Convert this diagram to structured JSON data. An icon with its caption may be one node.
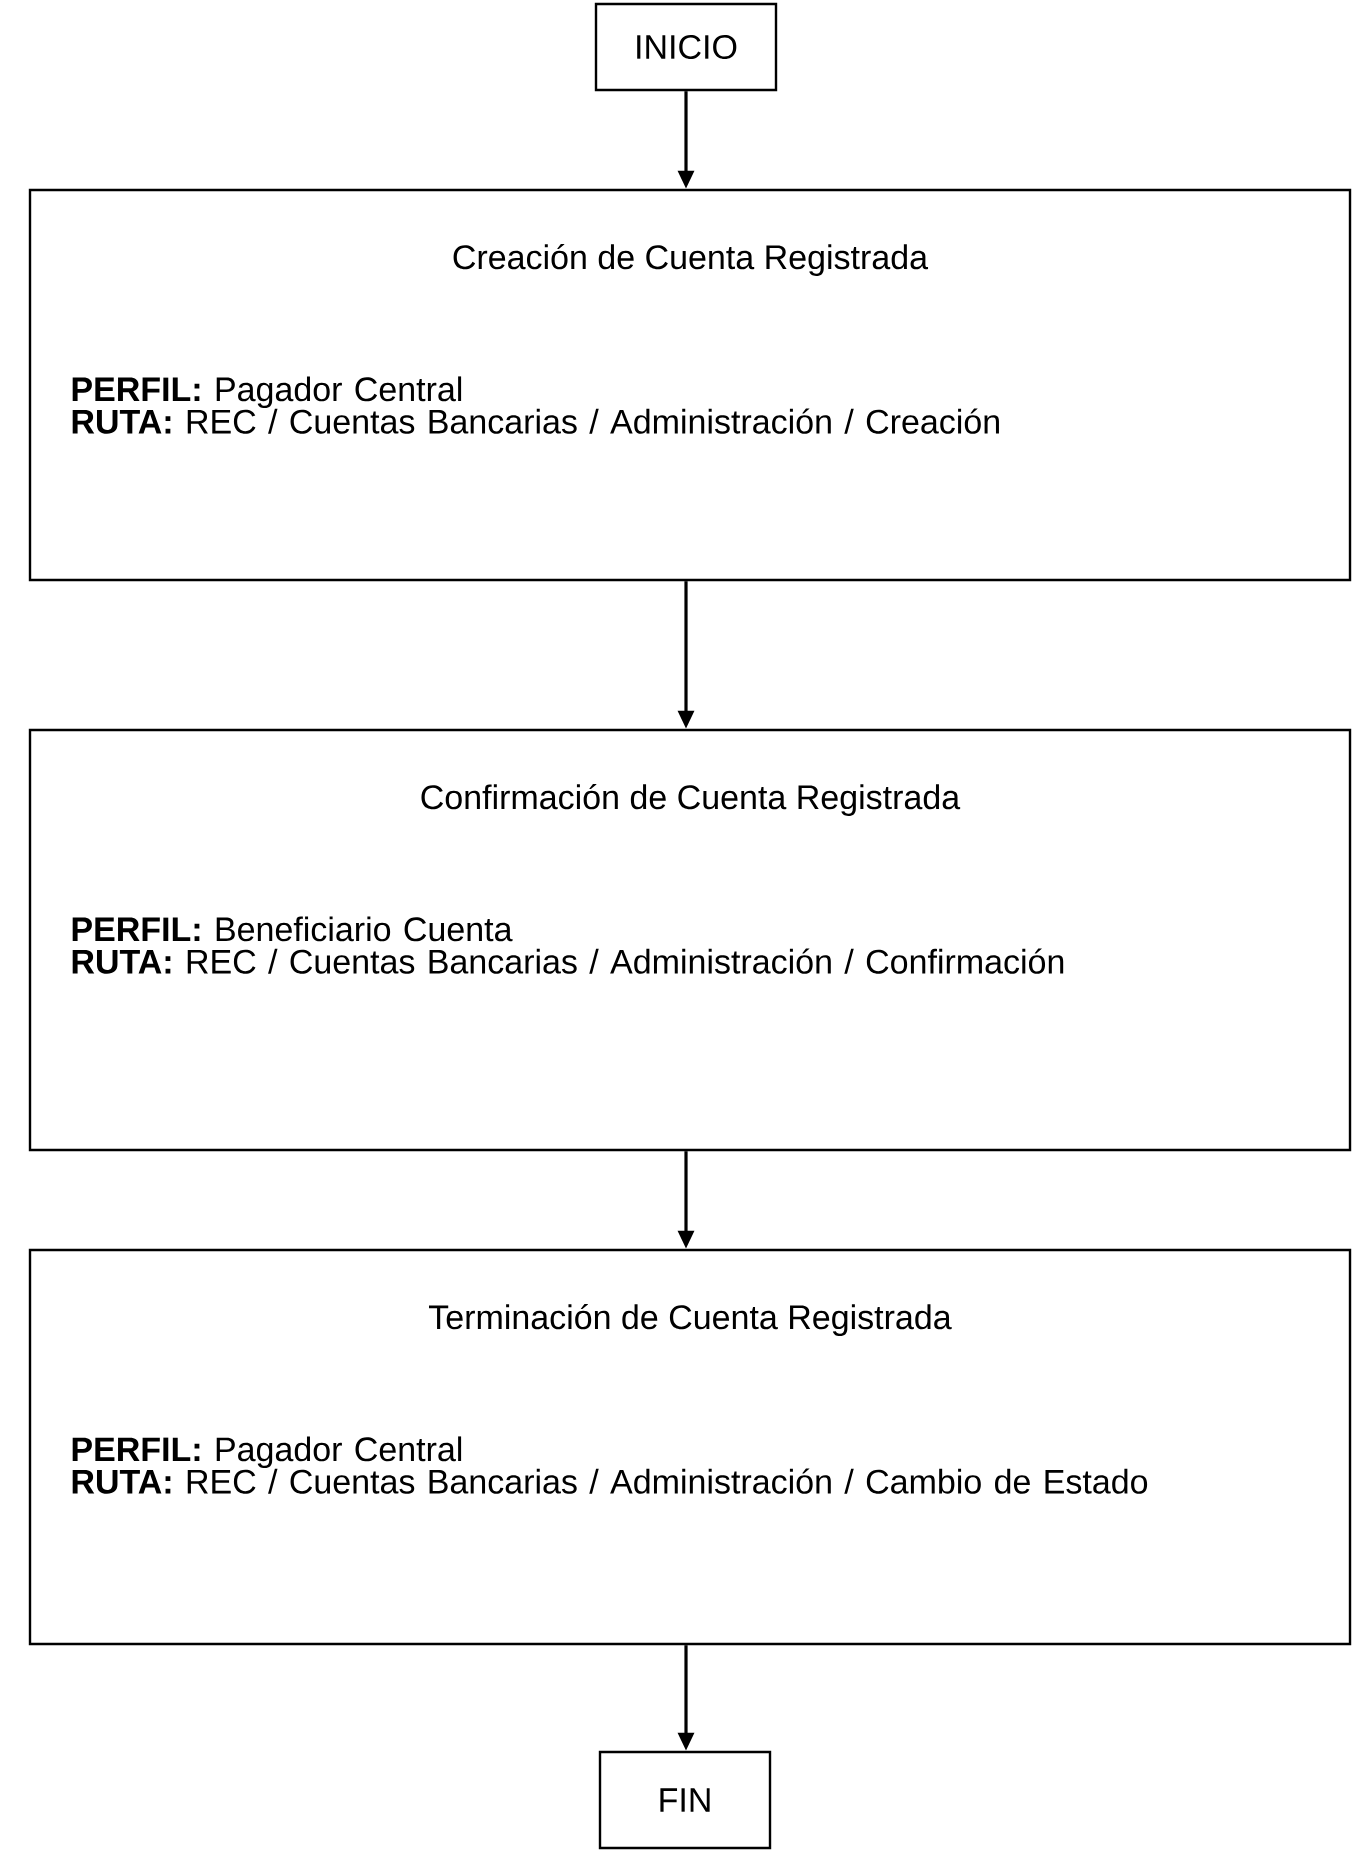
{
  "diagram": {
    "nodes": [
      {
        "text": [
          "INICIO"
        ]
      },
      {
        "text": [
          "Creación de Cuenta Registrada",
          "**PERFIL:** Pagador Central",
          "**RUTA:** REC / Cuentas Bancarias / Administración / Creación"
        ]
      },
      {
        "text": [
          "Confirmación de Cuenta Registrada",
          "**PERFIL:** Beneficiario Cuenta",
          "**RUTA:** REC / Cuentas Bancarias / Administración / Confirmación"
        ]
      },
      {
        "text": [
          "Terminación de Cuenta Registrada",
          "**PERFIL:** Pagador Central",
          "**RUTA:** REC / Cuentas Bancarias / Administración / Cambio de Estado"
        ]
      },
      {
        "text": [
          "FIN"
        ]
      }
    ],
    "edges": [
      {
        "from": 0,
        "to": 1,
        "arrow": "to"
      },
      {
        "from": 1,
        "to": 2,
        "arrow": "to"
      },
      {
        "from": 2,
        "to": 3,
        "arrow": "to"
      },
      {
        "from": 3,
        "to": 4,
        "arrow": "to"
      }
    ]
  }
}
